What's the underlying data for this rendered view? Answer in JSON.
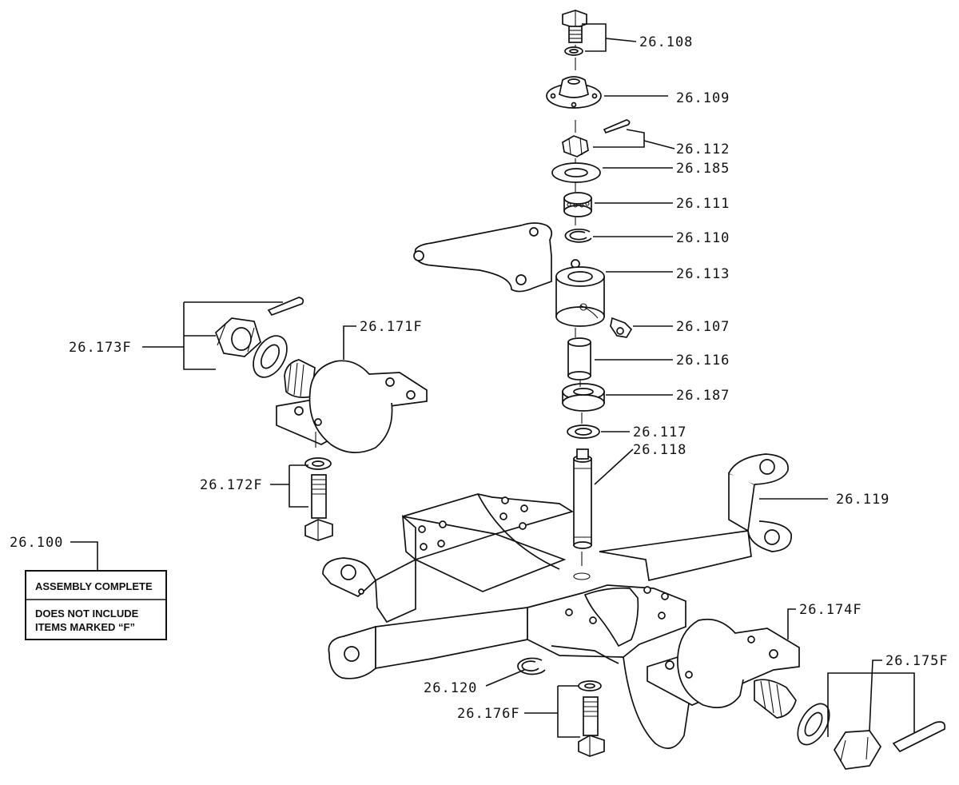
{
  "part_labels": {
    "p108": "26.108",
    "p109": "26.109",
    "p112": "26.112",
    "p185": "26.185",
    "p111": "26.111",
    "p110": "26.110",
    "p113": "26.113",
    "p107": "26.107",
    "p116": "26.116",
    "p187": "26.187",
    "p117": "26.117",
    "p118": "26.118",
    "p119": "26.119",
    "p171": "26.171F",
    "p173": "26.173F",
    "p172": "26.172F",
    "p100": "26.100",
    "p174": "26.174F",
    "p175": "26.175F",
    "p120": "26.120",
    "p176": "26.176F"
  },
  "note_box": {
    "line1": "ASSEMBLY COMPLETE",
    "line2": "DOES NOT INCLUDE",
    "line3": "ITEMS MARKED “F”"
  }
}
